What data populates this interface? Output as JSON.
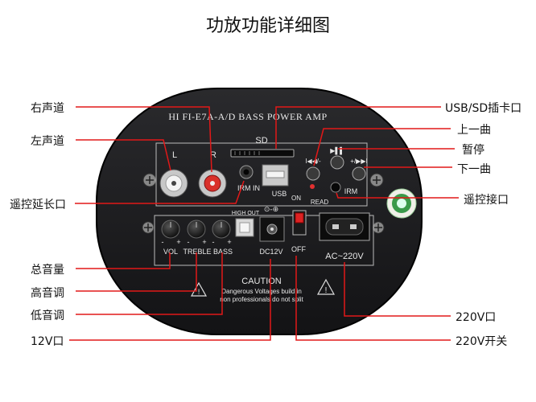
{
  "title": "功放功能详细图",
  "board": {
    "model": "HI FI-E7A-A/D BASS POWER AMP",
    "labels": {
      "l": "L",
      "r": "R",
      "sd": "SD",
      "irm_in": "IRM IN",
      "usb": "USB",
      "on": "ON",
      "read": "READ",
      "irm": "IRM",
      "high_out": "HIGH OUT",
      "dc": "DC12V",
      "off": "OFF",
      "ac": "AC~220V",
      "vol": "VOL",
      "treble": "TREBLE",
      "bass": "BASS",
      "plus": "+",
      "minus": "-",
      "prev_sym": "I◀◀/-",
      "play_sym": "▶▌▌",
      "next_sym": "+/▶▶I"
    },
    "caution": {
      "heading": "CAUTION",
      "line1": "Dangerous Voltages build in",
      "line2": "non professionals do not split"
    }
  },
  "callouts": {
    "right_channel": "右声道",
    "left_channel": "左声道",
    "ir_extension": "遥控延长口",
    "volume": "总音量",
    "treble": "高音调",
    "bass": "低音调",
    "dc12": "12V口",
    "usb_sd": "USB/SD插卡口",
    "prev": "上一曲",
    "pause": "暂停",
    "next": "下一曲",
    "ir_port": "遥控接口",
    "ac220": "220V口",
    "switch": "220V开关"
  },
  "colors": {
    "leader": "#e21818",
    "panel": "#1c1c1e",
    "panel_edge": "#000000"
  }
}
